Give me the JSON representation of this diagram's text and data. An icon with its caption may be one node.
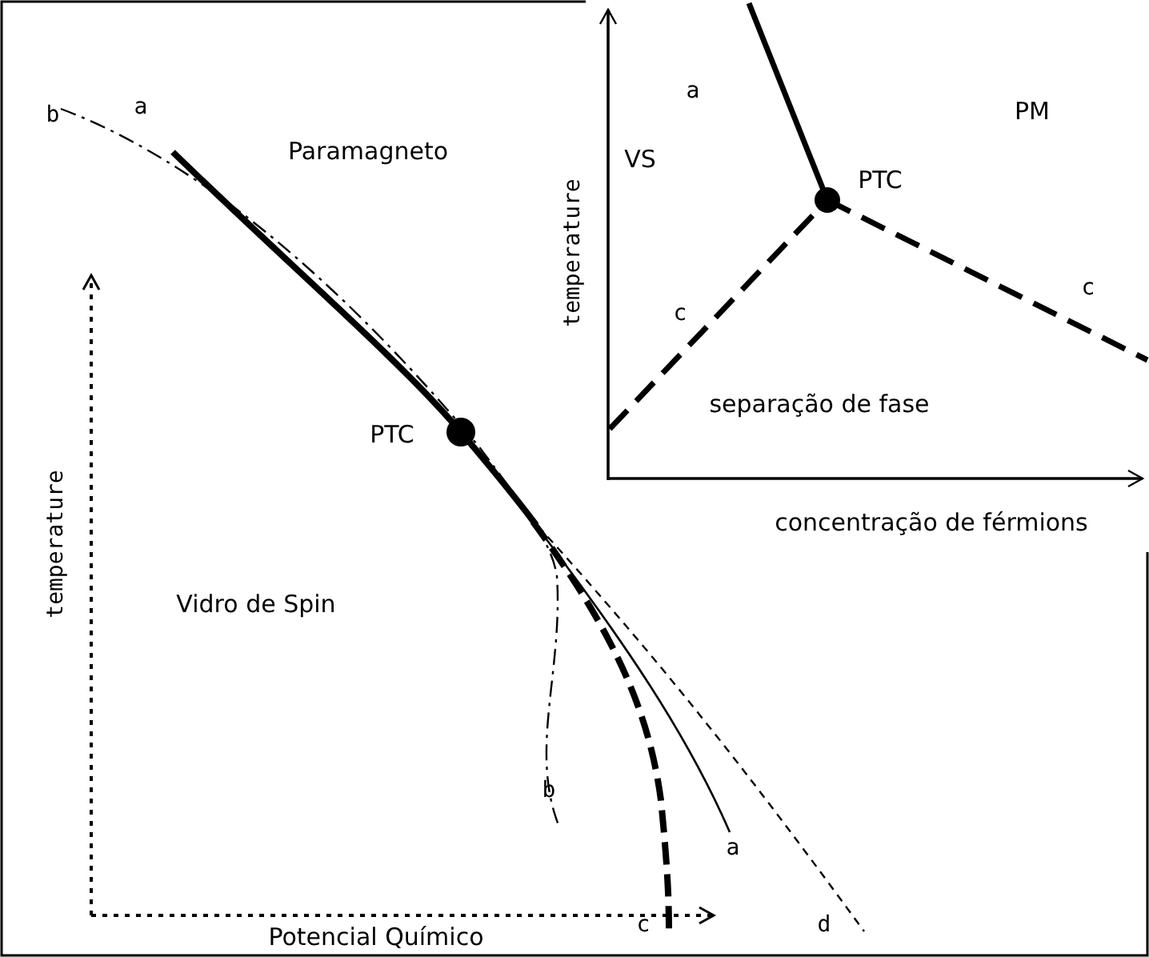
{
  "diagram": {
    "labels": [
      "a",
      "PM",
      "VS",
      "PTC",
      "temperature",
      "c",
      "c",
      "separação de fase",
      "concentração de férmions",
      "b",
      "a",
      "Paramagneto",
      "PTC",
      "temperature",
      "Vidro de Spin",
      "b",
      "a",
      "c",
      "d",
      "Potencial Químico"
    ]
  }
}
